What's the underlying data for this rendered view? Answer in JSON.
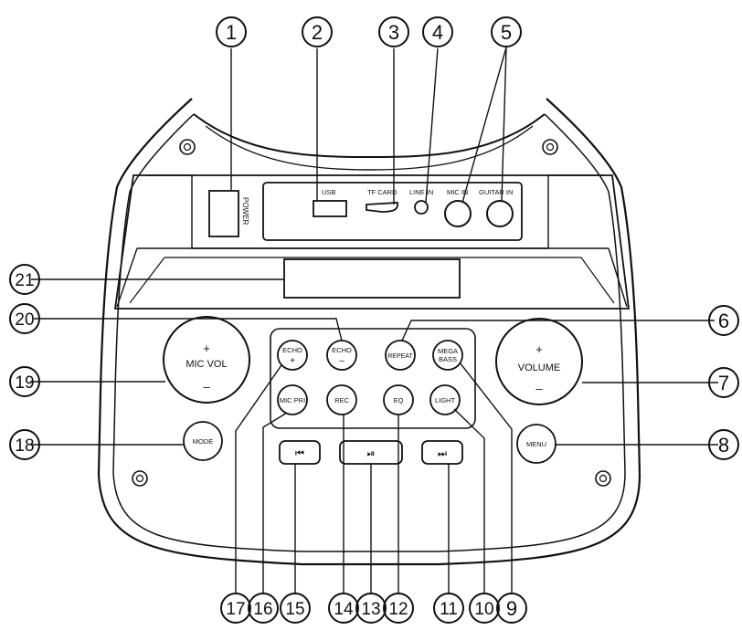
{
  "ports": {
    "power": "POWER",
    "usb": "USB",
    "tf_card": "TF CARD",
    "line_in": "LINE IN",
    "mic_in": "MIC IN",
    "guitar_in": "GUITAR IN"
  },
  "knobs": {
    "mic_vol": {
      "label": "MIC VOL",
      "plus": "+",
      "minus": "–"
    },
    "volume": {
      "label": "VOLUME",
      "plus": "+",
      "minus": "–"
    }
  },
  "buttons": {
    "echo_plus": {
      "line1": "ECHO",
      "line2": "+"
    },
    "echo_minus": {
      "line1": "ECHO",
      "line2": "–"
    },
    "repeat": "REPEAT",
    "mega_bass": {
      "line1": "MEGA",
      "line2": "BASS"
    },
    "mic_pri": "MIC PRI",
    "rec": "REC",
    "eq": "EQ",
    "light": "LIGHT",
    "mode": "MODE",
    "menu": "MENU",
    "prev": "⏮",
    "play_pause": "⏯",
    "next": "⏭"
  },
  "callouts": {
    "c1": "1",
    "c2": "2",
    "c3": "3",
    "c4": "4",
    "c5": "5",
    "c6": "6",
    "c7": "7",
    "c8": "8",
    "c9": "9",
    "c10": "10",
    "c11": "11",
    "c12": "12",
    "c13": "13",
    "c14": "14",
    "c15": "15",
    "c16": "16",
    "c17": "17",
    "c18": "18",
    "c19": "19",
    "c20": "20",
    "c21": "21"
  }
}
